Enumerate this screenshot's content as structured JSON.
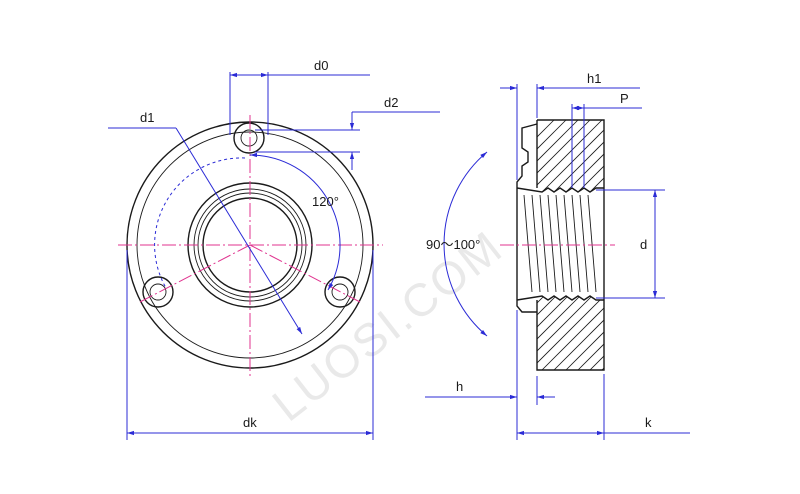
{
  "watermark": "LUOSI.COM",
  "labels": {
    "d0": "d0",
    "d1": "d1",
    "d2": "d2",
    "angle_120": "120°",
    "dk": "dk",
    "h1": "h1",
    "p": "P",
    "d": "d",
    "angle_90_100": "90～100°",
    "h": "h",
    "k": "k"
  },
  "colors": {
    "outline": "#1a1a1a",
    "dimension": "#2b2bd6",
    "centerline": "#e0338f"
  }
}
